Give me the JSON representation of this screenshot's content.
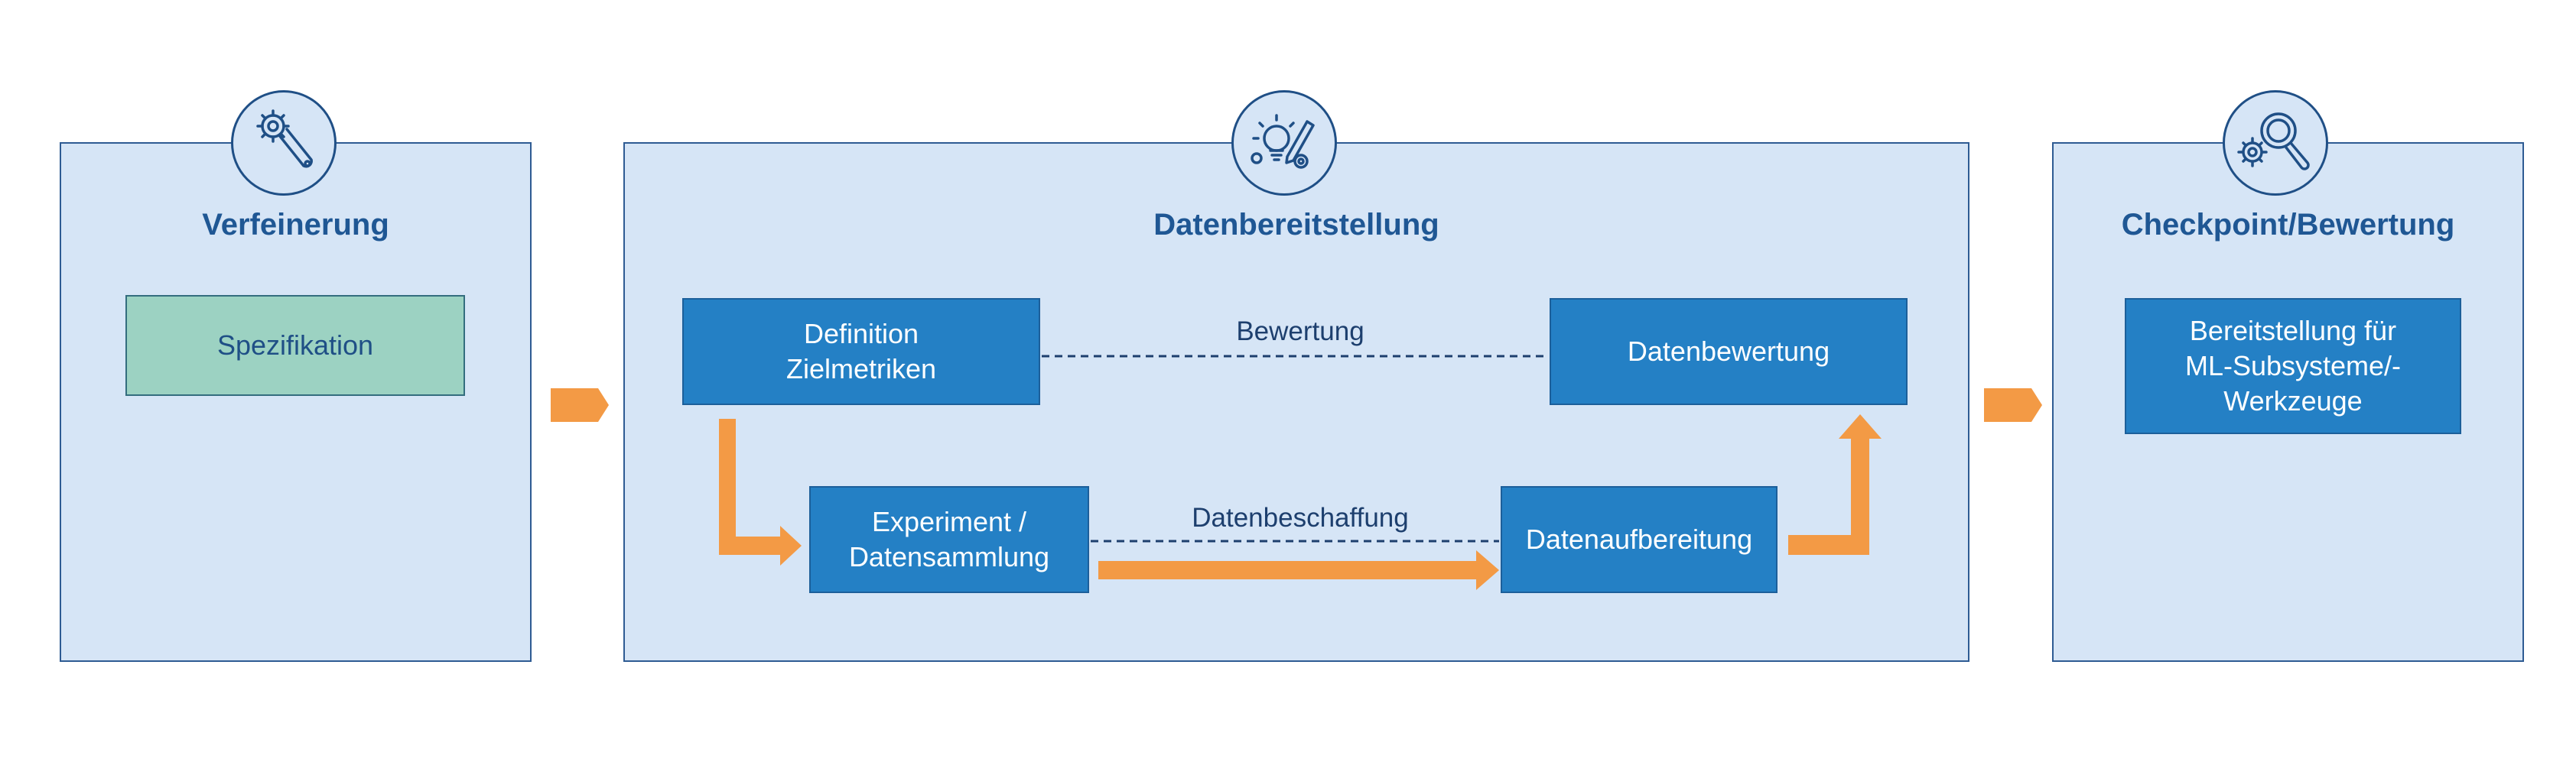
{
  "panels": {
    "refinement": {
      "title": "Verfeinerung",
      "icon": "gear-wrench-icon"
    },
    "provision": {
      "title": "Datenbereitstellung",
      "icon": "lightbulb-pencil-gears-icon"
    },
    "checkpoint": {
      "title": "Checkpoint/Bewertung",
      "icon": "gear-magnifier-icon"
    }
  },
  "nodes": {
    "spezifikation": "Spezifikation",
    "definition": "Definition\nZielmetriken",
    "datenbewertung": "Datenbewertung",
    "experiment": "Experiment /\nDatensammlung",
    "datenaufbereitung": "Datenaufbereitung",
    "bereitstellung": "Bereitstellung für\nML-Subsysteme/-\nWerkzeuge"
  },
  "edges": {
    "bewertung": "Bewertung",
    "datenbeschaffung": "Datenbeschaffung"
  },
  "colors": {
    "panel_fill": "#d6e5f6",
    "panel_border": "#2e5b93",
    "title": "#1f5794",
    "node_blue": "#2480c5",
    "node_green": "#9cd2c2",
    "arrow_orange": "#f39a45",
    "dashed_line": "#1d3f6e"
  }
}
